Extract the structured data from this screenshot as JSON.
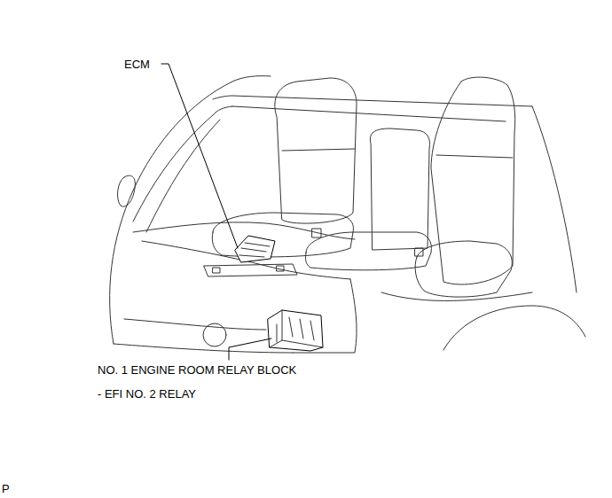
{
  "diagram": {
    "labels": [
      "ECM",
      "NO. 1 ENGINE ROOM RELAY BLOCK",
      "- EFI NO. 2 RELAY",
      "P"
    ]
  }
}
